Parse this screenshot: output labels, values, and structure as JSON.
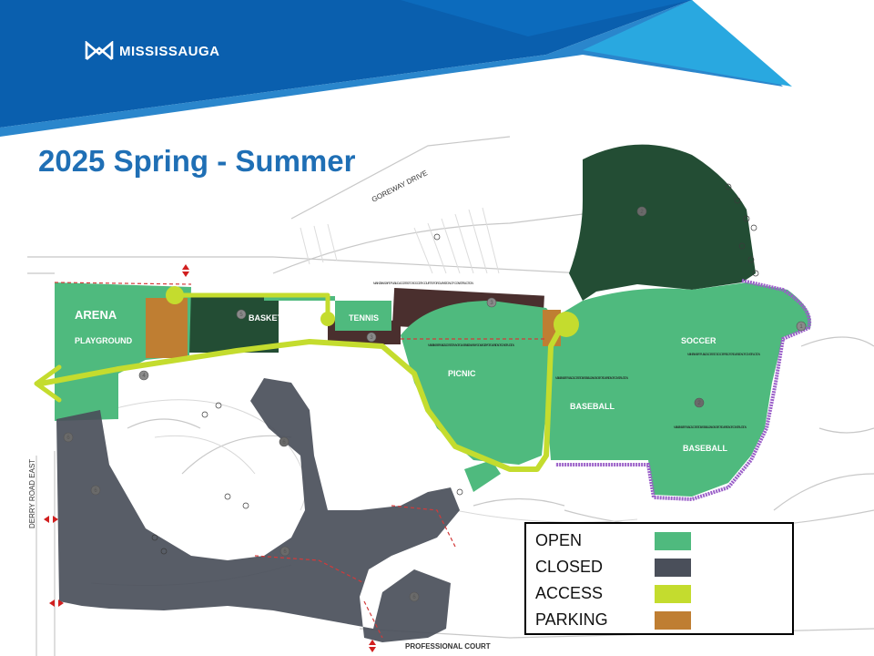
{
  "header": {
    "brand_name": "MISSISSAUGA",
    "title": "2025 Spring - Summer",
    "colors": {
      "dark_blue": "#0a5fae",
      "light_blue": "#29a8e0",
      "title": "#1f6fb5"
    }
  },
  "map": {
    "roads": {
      "top": "GOREWAY DRIVE",
      "left": "DERRY ROAD EAST",
      "bottom": "PROFESSIONAL COURT"
    },
    "areas": {
      "arena": "ARENA",
      "playground": "PLAYGROUND",
      "basketball": "BASKETBALL",
      "tennis": "TENNIS",
      "picnic": "PICNIC",
      "soccer": "SOCCER",
      "baseball_west": "BASEBALL",
      "baseball_east": "BASEBALL"
    },
    "notes": {
      "tennis_note": "MAINTAIN SAFE PUBLIC ACCESS TO SOCCER COURTS FOR DURATION OF CONSTRUCTION",
      "picnic_note": "MAINTAIN SAFE PUBLIC ACCESS TO PLAYGROUND PAVILION/WASHROOM FACILITY FOR DURATION OF CONSTRUCTION",
      "soccer_note": "MAINTAIN SAFE PUBLIC ACCESS TO SOCCER FIELD FOR DURATION OF CONSTRUCTION",
      "baseball_west_note": "MAINTAIN SAFE PUBLIC ACCESS TO BASEBALL DIAMONDS FOR DURATION OF CONSTRUCTION",
      "baseball_east_note": "MAINTAIN SAFE PUBLIC ACCESS TO BASEBALL DIAMONDS FOR DURATION OF CONSTRUCTION"
    },
    "phase_numbers": {
      "one": "1",
      "two": "2",
      "three": "3",
      "four": "4",
      "five": "5",
      "six": "6"
    }
  },
  "legend": {
    "items": [
      {
        "label": "OPEN",
        "color": "#4fba7e"
      },
      {
        "label": "CLOSED",
        "color": "#4a4f5a"
      },
      {
        "label": "ACCESS",
        "color": "#c4dc2e"
      },
      {
        "label": "PARKING",
        "color": "#bf7e32"
      }
    ]
  }
}
